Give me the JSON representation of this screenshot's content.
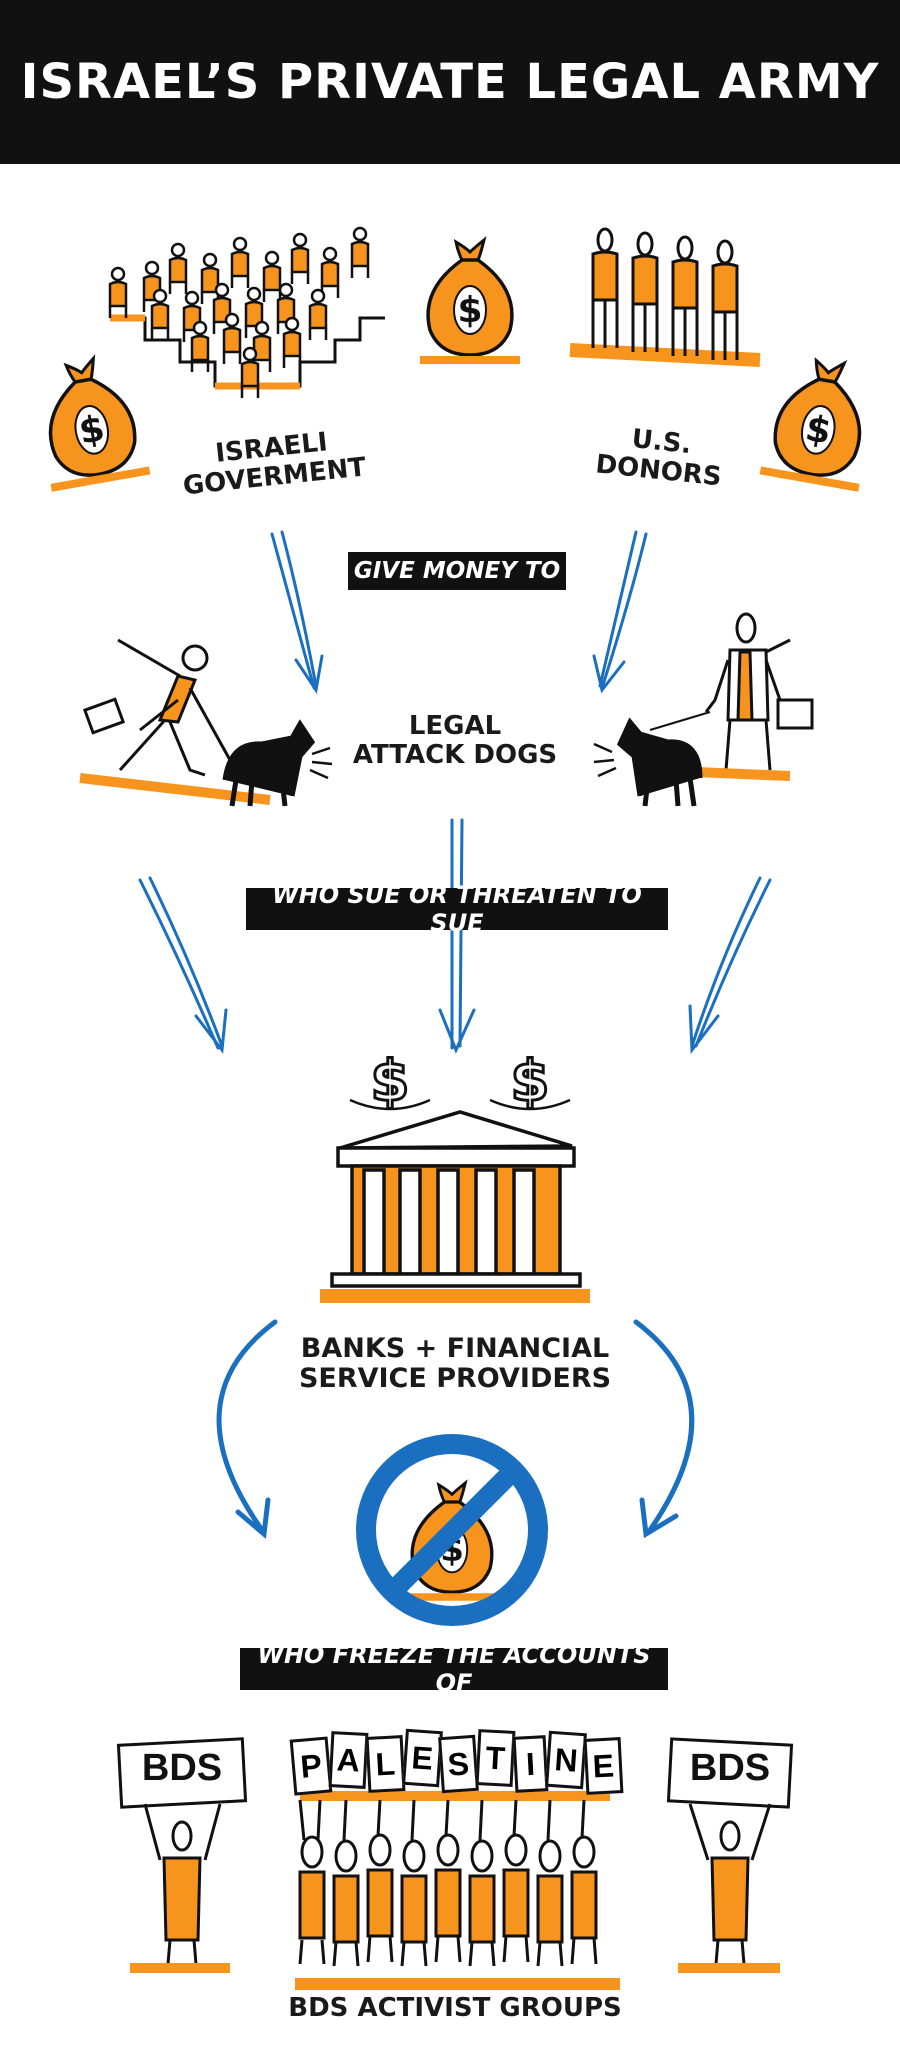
{
  "title": "ISRAEL’S PRIVATE LEGAL ARMY",
  "colors": {
    "accent": "#f7941d",
    "arrow": "#1a6fc0",
    "ink": "#111111",
    "header_bg": "#111111"
  },
  "nodes": {
    "israeli_government": [
      "ISRAELI",
      "GOVERMENT"
    ],
    "us_donors": [
      "U.S.",
      "DONORS"
    ],
    "legal_attack_dogs": [
      "LEGAL",
      "ATTACK DOGS"
    ],
    "banks": [
      "BANKS + FINANCIAL",
      "SERVICE PROVIDERS"
    ],
    "bds_groups": "BDS ACTIVIST GROUPS"
  },
  "connectors": {
    "give_money_to": "GIVE MONEY TO",
    "who_sue": "WHO SUE OR THREATEN TO SUE",
    "who_freeze": "WHO FREEZE THE ACCOUNTS OF"
  },
  "signs": {
    "left": "BDS",
    "center": [
      "P",
      "A",
      "L",
      "E",
      "S",
      "T",
      "I",
      "N",
      "E"
    ],
    "right": "BDS"
  },
  "icons": {
    "money_bag": "money-bag-icon",
    "dollar": "dollar-icon",
    "crowd": "crowd-icon",
    "bank": "bank-building-icon",
    "prohibited_money": "prohibited-money-icon",
    "lawyer": "lawyer-icon",
    "dog": "dog-icon"
  }
}
